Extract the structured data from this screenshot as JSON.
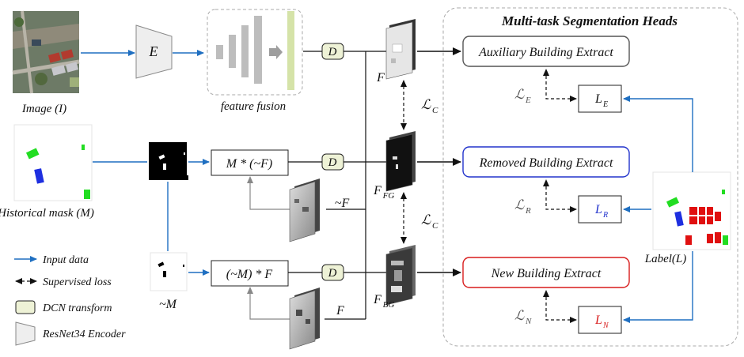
{
  "inputs": {
    "image_label": "Image (I)",
    "mask_label": "Historical mask (M)",
    "not_mask_label": "~M"
  },
  "encoder": {
    "label": "E"
  },
  "fusion": {
    "label": "feature fusion"
  },
  "dcn": {
    "label": "D"
  },
  "ops": {
    "fg_op": "M * (~F)",
    "bg_op": "(~M) * F",
    "not_f": "~F",
    "f": "F"
  },
  "features": {
    "f": "F",
    "f_fg": "F",
    "f_fg_sub": "FG",
    "f_bg": "F",
    "f_bg_sub": "BG"
  },
  "losses": {
    "lc_top": "ℒ",
    "lc_top_sub": "C",
    "lc_bottom": "ℒ",
    "lc_bottom_sub": "C",
    "le": "ℒ",
    "le_sub": "E",
    "lr": "ℒ",
    "lr_sub": "R",
    "ln": "ℒ",
    "ln_sub": "N"
  },
  "heads": {
    "title": "Multi-task Segmentation Heads",
    "auxiliary": "Auxiliary Building Extract",
    "removed": "Removed Building Extract",
    "new": "New Building Extract"
  },
  "targets": {
    "le": "L",
    "le_sub": "E",
    "lr": "L",
    "lr_sub": "R",
    "ln": "L",
    "ln_sub": "N",
    "label": "Label(L)"
  },
  "legend": {
    "input": "Input data",
    "supervised": "Supervised loss",
    "dcn": "DCN transform",
    "encoder": "ResNet34 Encoder"
  },
  "colors": {
    "input_arrow": "#1f6fc1",
    "aux_border": "#555555",
    "removed_border": "#2233cc",
    "new_border": "#d81c1c",
    "dcn_fill": "#eef2d6",
    "building_green": "#22dd22",
    "building_blue": "#1e2fe0",
    "building_red": "#e01010"
  }
}
